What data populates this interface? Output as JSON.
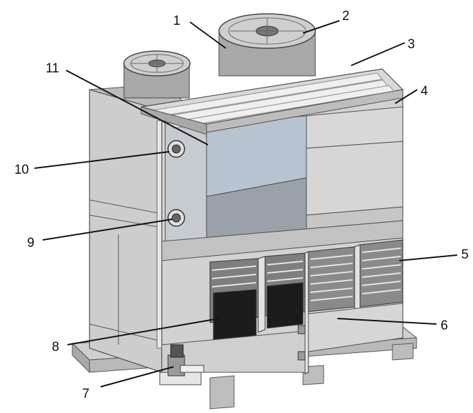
{
  "colors": {
    "panel_light": "#d7d7d7",
    "panel_mid": "#c8c8c8",
    "panel_dark": "#b3b3b3",
    "window_blue": "#b7c3cf",
    "window_lower": "#9aa1a8",
    "louver_dark": "#1c1c1c",
    "outline": "#4d4d4d"
  },
  "callouts": [
    {
      "id": "1",
      "label": "1"
    },
    {
      "id": "2",
      "label": "2"
    },
    {
      "id": "3",
      "label": "3"
    },
    {
      "id": "4",
      "label": "4"
    },
    {
      "id": "5",
      "label": "5"
    },
    {
      "id": "6",
      "label": "6"
    },
    {
      "id": "7",
      "label": "7"
    },
    {
      "id": "8",
      "label": "8"
    },
    {
      "id": "9",
      "label": "9"
    },
    {
      "id": "10",
      "label": "10"
    },
    {
      "id": "11",
      "label": "11"
    }
  ]
}
